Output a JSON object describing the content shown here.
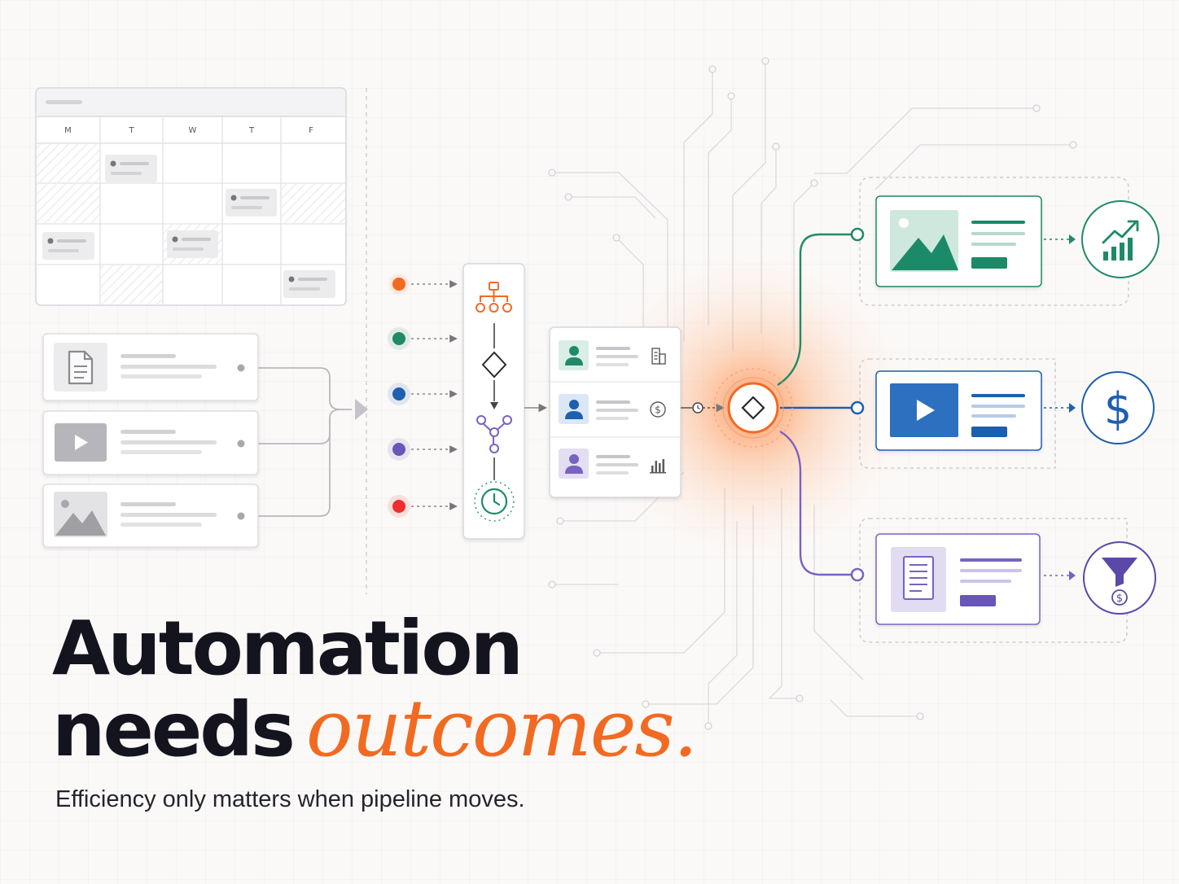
{
  "calendar": {
    "days": [
      "M",
      "T",
      "W",
      "T",
      "F"
    ]
  },
  "headline": {
    "line1": "Automation",
    "line2": "needs",
    "accent": "outcomes."
  },
  "subtitle": "Efficiency only matters when pipeline moves.",
  "colors": {
    "orange": "#f26a22",
    "green": "#1f8a68",
    "blue": "#1e5fae",
    "purple": "#7a62c0",
    "red": "#ee2d2d",
    "text_dark": "#14141f"
  },
  "icons": {
    "content_inputs": [
      "document-icon",
      "video-play-icon",
      "image-icon"
    ],
    "trigger_dots": [
      "orange",
      "green",
      "blue",
      "purple",
      "red"
    ],
    "workflow_steps": [
      "org-chart-icon",
      "decision-diamond-icon",
      "branch-icon",
      "clock-icon"
    ],
    "contacts": [
      "building-icon",
      "dollar-coin-icon",
      "bar-chart-icon"
    ],
    "outcomes": [
      "growth-chart-icon",
      "dollar-icon",
      "funnel-dollar-icon"
    ]
  }
}
